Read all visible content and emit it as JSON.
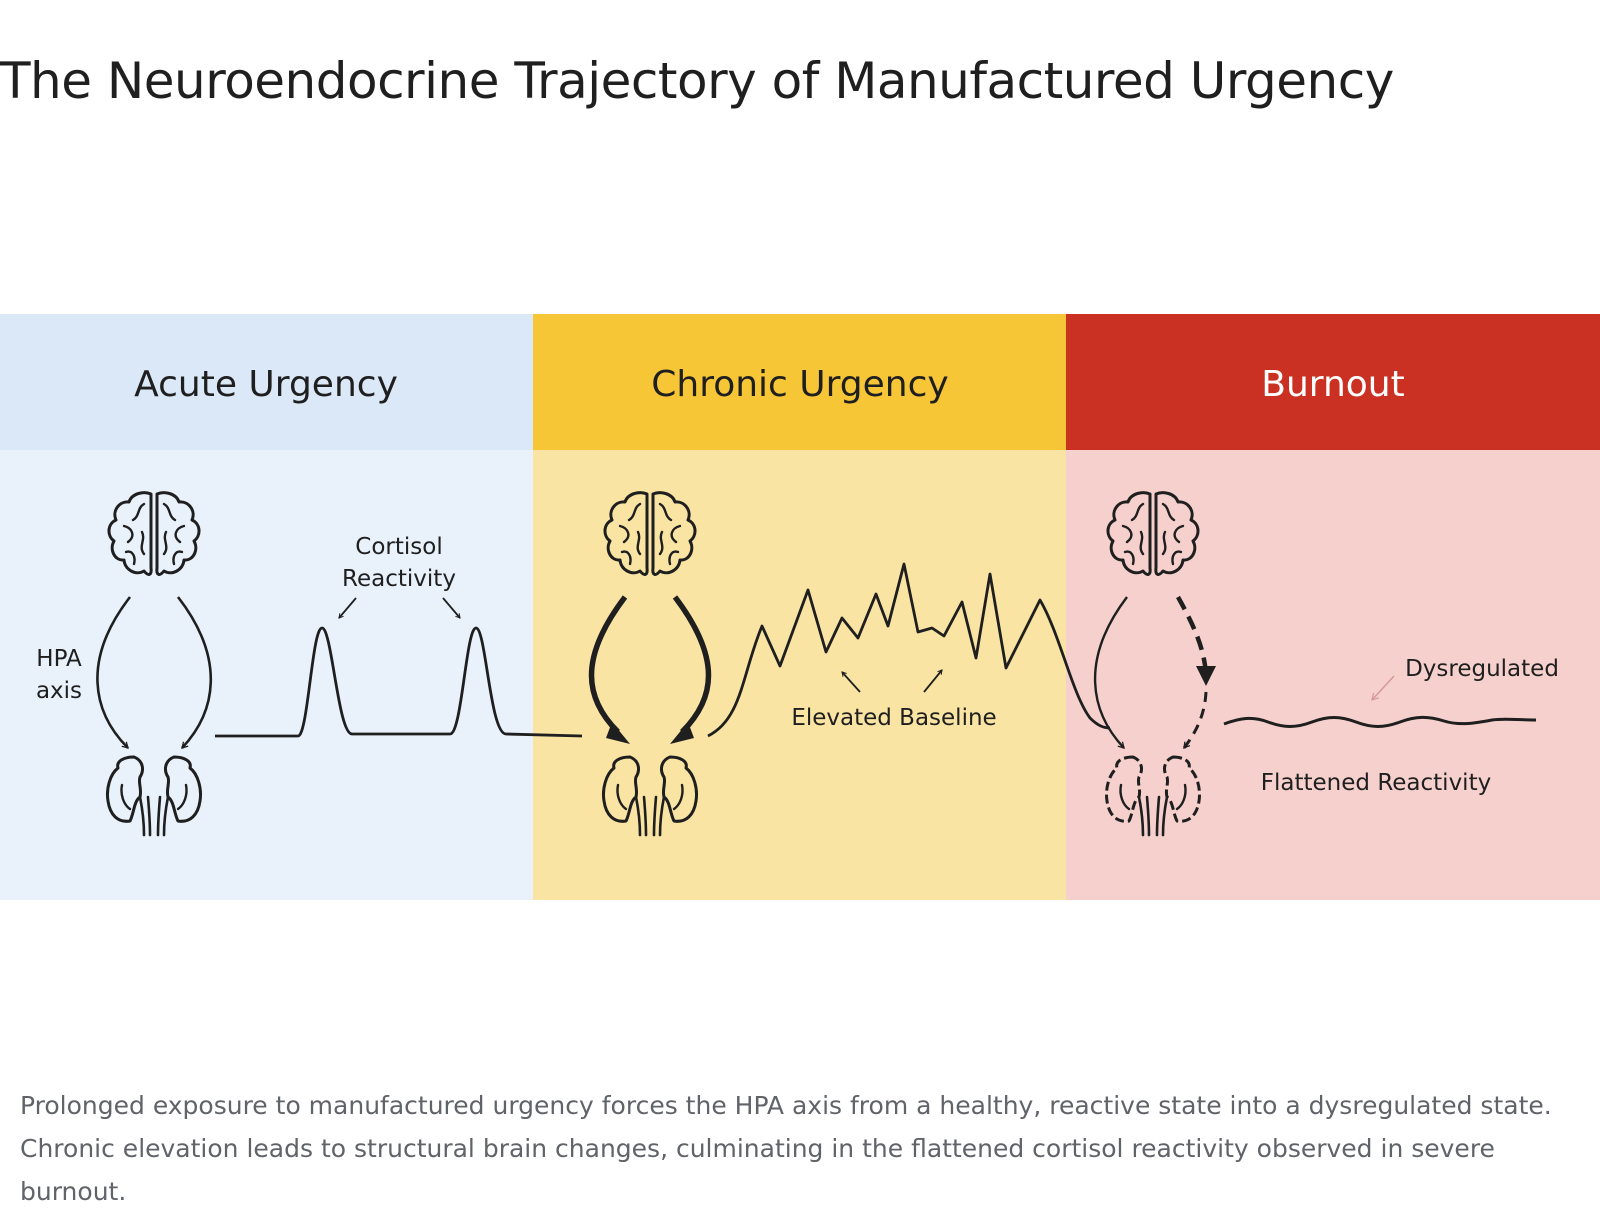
{
  "title": "The Neuroendocrine Trajectory of Manufactured Urgency",
  "colors": {
    "acute_header": "#dae8f8",
    "acute_body": "#e9f1fb",
    "chronic_header": "#f6c636",
    "chronic_body": "#f9e4a3",
    "burnout_header": "#cb3122",
    "burnout_body": "#f5d0cd",
    "ink": "#1f1f1f",
    "caption_text": "#606368"
  },
  "stages": [
    {
      "name": "Acute Urgency"
    },
    {
      "name": "Chronic Urgency"
    },
    {
      "name": "Burnout"
    }
  ],
  "labels": {
    "hpa_axis_line1": "HPA",
    "hpa_axis_line2": "axis",
    "cortisol_line1": "Cortisol",
    "cortisol_line2": "Reactivity",
    "elevated_baseline": "Elevated Baseline",
    "dysregulated": "Dysregulated",
    "flattened": "Flattened Reactivity"
  },
  "icons": [
    "brain-icon",
    "adrenal-kidney-icon"
  ],
  "caption": "Prolonged exposure to manufactured urgency forces the HPA axis from a healthy, reactive state into a dysregulated state. Chronic elevation leads to structural brain changes, culminating in the flattened cortisol reactivity observed in severe burnout."
}
